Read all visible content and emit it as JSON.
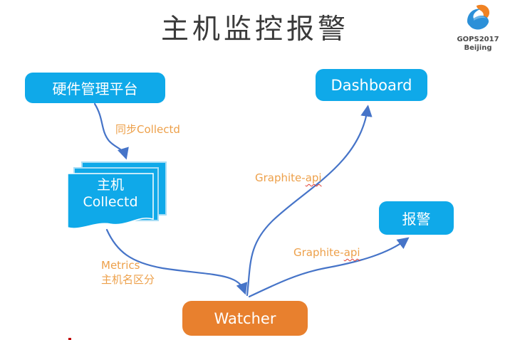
{
  "title": "主机监控报警",
  "logo": {
    "line1": "GOPS2017",
    "line2": "Beijing"
  },
  "nodes": {
    "hardware": {
      "label": "硬件管理平台"
    },
    "collectd": {
      "line1": "主机",
      "line2": "Collectd"
    },
    "dashboard": {
      "label": "Dashboard"
    },
    "alert": {
      "label": "报警"
    },
    "watcher": {
      "label": "Watcher"
    }
  },
  "edges": {
    "sync": {
      "from": "硬件管理平台",
      "to": "主机Collectd",
      "label": "同步Collectd"
    },
    "metrics": {
      "from": "主机Collectd",
      "to": "Watcher",
      "line1": "Metrics",
      "line2": "主机名区分"
    },
    "graphite_dashboard": {
      "from": "Watcher",
      "to": "Dashboard",
      "label_prefix": "Graphite-",
      "label_misspelled": "api"
    },
    "graphite_alert": {
      "from": "Watcher",
      "to": "报警",
      "label_prefix": "Graphite-",
      "label_misspelled": "api"
    }
  },
  "colors": {
    "node_blue": "#0fa9e9",
    "node_orange": "#e8802e",
    "arrow_blue": "#4674c8",
    "label_orange": "#eda04a",
    "squiggle_red": "#e03c31",
    "title_text": "#3a3a3a",
    "node_text": "#ffffff"
  }
}
